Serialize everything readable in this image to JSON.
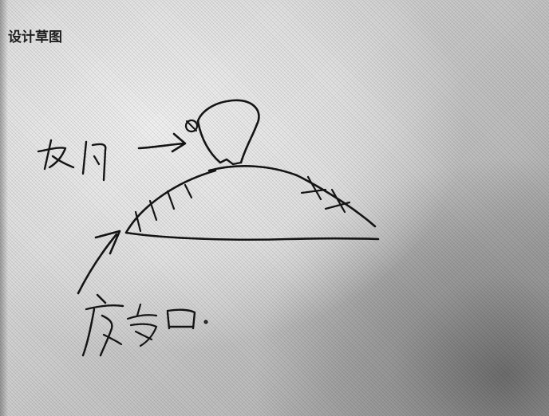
{
  "title": "设计草图",
  "sketch": {
    "annotations": [
      {
        "id": "pipe-inlet-label",
        "text_handwritten": "皮门"
      },
      {
        "id": "discharge-label",
        "text_handwritten": "底漏口"
      }
    ]
  }
}
